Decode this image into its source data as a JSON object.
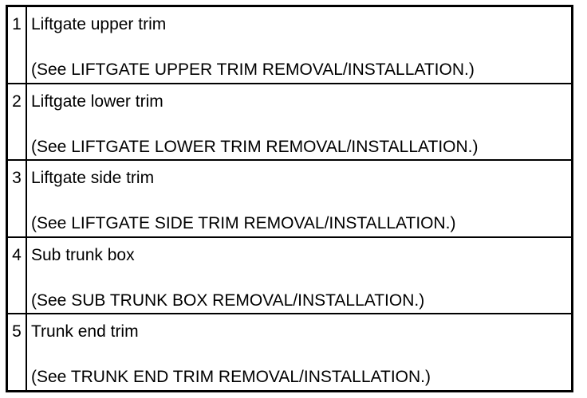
{
  "rows": [
    {
      "num": "1",
      "title": "Liftgate upper trim",
      "ref": "(See LIFTGATE UPPER TRIM REMOVAL/INSTALLATION.)"
    },
    {
      "num": "2",
      "title": "Liftgate lower trim",
      "ref": "(See LIFTGATE LOWER TRIM REMOVAL/INSTALLATION.)"
    },
    {
      "num": "3",
      "title": "Liftgate side trim",
      "ref": "(See LIFTGATE SIDE TRIM REMOVAL/INSTALLATION.)"
    },
    {
      "num": "4",
      "title": "Sub trunk box",
      "ref": "(See SUB TRUNK BOX REMOVAL/INSTALLATION.)"
    },
    {
      "num": "5",
      "title": "Trunk end trim",
      "ref": "(See TRUNK END TRIM REMOVAL/INSTALLATION.)"
    }
  ]
}
